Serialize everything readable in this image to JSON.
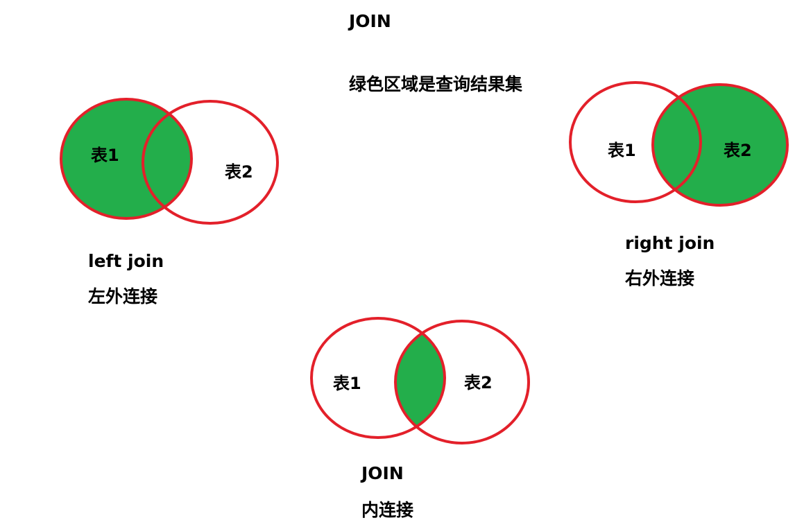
{
  "title": "JOIN",
  "subtitle": "绿色区域是查询结果集",
  "colors": {
    "highlight": "#23AE4B",
    "outline": "#E3202A",
    "text": "#000000"
  },
  "diagrams": {
    "left": {
      "name": "left join",
      "cn": "左外连接",
      "table1": "表1",
      "table2": "表2"
    },
    "right": {
      "name": "right join",
      "cn": "右外连接",
      "table1": "表1",
      "table2": "表2"
    },
    "inner": {
      "name": "JOIN",
      "cn": "内连接",
      "table1": "表1",
      "table2": "表2"
    }
  }
}
